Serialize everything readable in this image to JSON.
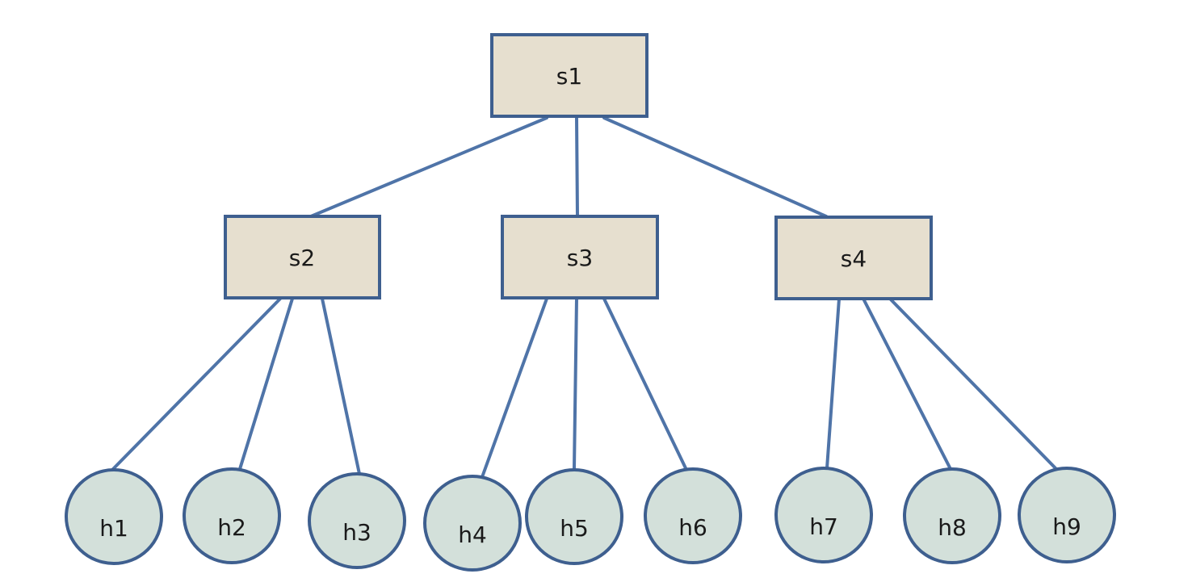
{
  "diagram": {
    "colors": {
      "edge": "#4f74a8",
      "border": "#3e5f8f",
      "switch_fill": "#e6dfcf",
      "host_fill": "#d3e0da",
      "text": "#1a1a1a",
      "background": "#ffffff"
    },
    "switches": [
      {
        "id": "s1",
        "label": "s1"
      },
      {
        "id": "s2",
        "label": "s2"
      },
      {
        "id": "s3",
        "label": "s3"
      },
      {
        "id": "s4",
        "label": "s4"
      }
    ],
    "hosts": [
      {
        "id": "h1",
        "label": "h1"
      },
      {
        "id": "h2",
        "label": "h2"
      },
      {
        "id": "h3",
        "label": "h3"
      },
      {
        "id": "h4",
        "label": "h4"
      },
      {
        "id": "h5",
        "label": "h5"
      },
      {
        "id": "h6",
        "label": "h6"
      },
      {
        "id": "h7",
        "label": "h7"
      },
      {
        "id": "h8",
        "label": "h8"
      },
      {
        "id": "h9",
        "label": "h9"
      }
    ],
    "links": [
      [
        "s1",
        "s2"
      ],
      [
        "s1",
        "s3"
      ],
      [
        "s1",
        "s4"
      ],
      [
        "s2",
        "h1"
      ],
      [
        "s2",
        "h2"
      ],
      [
        "s2",
        "h3"
      ],
      [
        "s3",
        "h4"
      ],
      [
        "s3",
        "h5"
      ],
      [
        "s3",
        "h6"
      ],
      [
        "s4",
        "h7"
      ],
      [
        "s4",
        "h8"
      ],
      [
        "s4",
        "h9"
      ]
    ]
  }
}
